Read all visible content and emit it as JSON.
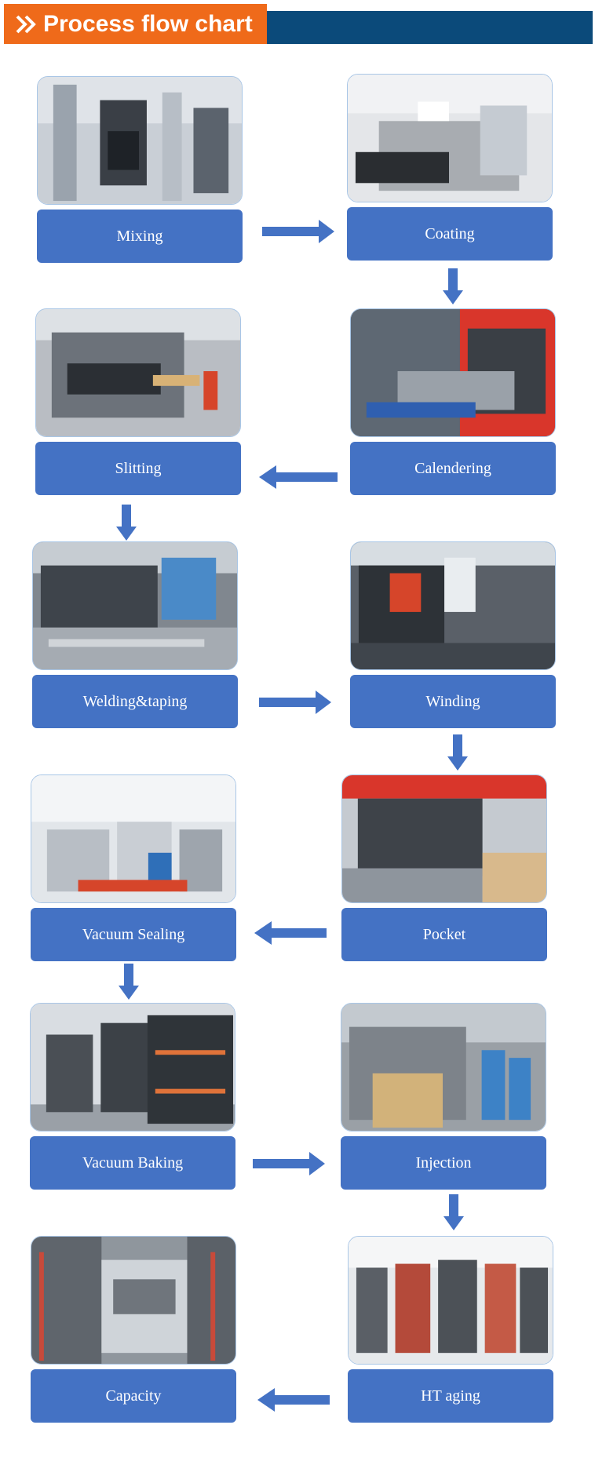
{
  "header": {
    "title": "Process flow chart",
    "icon": "double-chevron-icon"
  },
  "colors": {
    "accent": "#ef6a1a",
    "header_bar": "#0b4a7a",
    "box": "#4472c4",
    "arrow": "#4472c4"
  },
  "steps": [
    {
      "label": "Mixing"
    },
    {
      "label": "Coating"
    },
    {
      "label": "Slitting"
    },
    {
      "label": "Calendering"
    },
    {
      "label": "Welding&taping"
    },
    {
      "label": "Winding"
    },
    {
      "label": "Vacuum Sealing"
    },
    {
      "label": "Pocket"
    },
    {
      "label": "Vacuum Baking"
    },
    {
      "label": "Injection"
    },
    {
      "label": "Capacity"
    },
    {
      "label": "HT aging"
    }
  ]
}
